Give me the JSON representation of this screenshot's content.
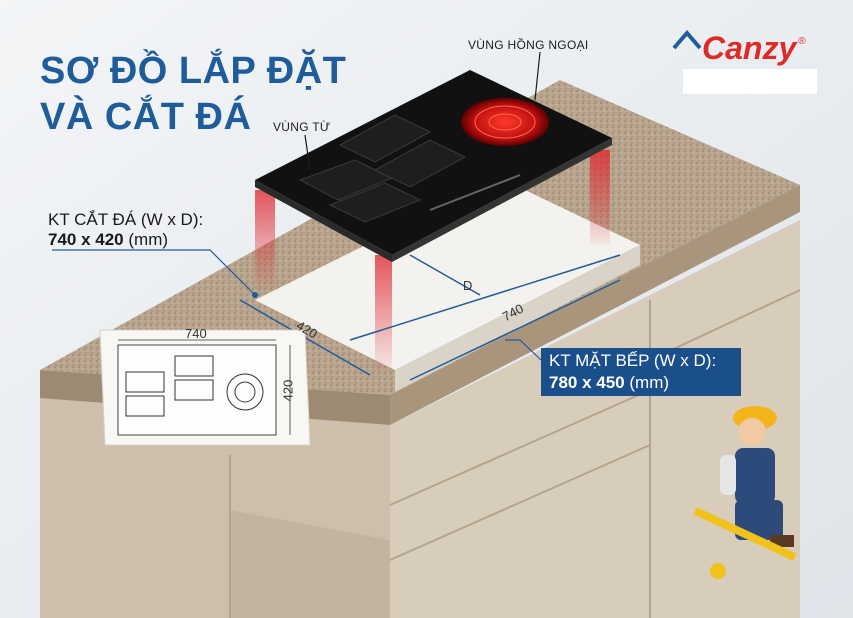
{
  "title": {
    "line1": "SƠ ĐỒ LẮP ĐẶT",
    "line2": "VÀ CẮT ĐÁ"
  },
  "brand": {
    "name": "Canzy",
    "mark": "®",
    "color": "#e02a27"
  },
  "labels": {
    "infrared_zone": "VÙNG HỒNG NGOẠI",
    "induction_zone": "VÙNG TỪ"
  },
  "cutout": {
    "label": "KT CẮT ĐÁ (W x D):",
    "value": "740 x 420",
    "unit": "(mm)"
  },
  "countertop": {
    "label": "KT MẶT BẾP (W x D):",
    "value": "780 x 450",
    "unit": "(mm)"
  },
  "dimensions": {
    "d": "D",
    "w_top": "740",
    "d_left": "420",
    "plan_w": "740",
    "plan_d": "420"
  },
  "colors": {
    "title": "#1f5c9a",
    "accent_box": "#1b4f8c",
    "granite": "#b8a48c",
    "cabinet": "#cfc3b1",
    "glass": "#111111",
    "heat": "#e0202a"
  }
}
